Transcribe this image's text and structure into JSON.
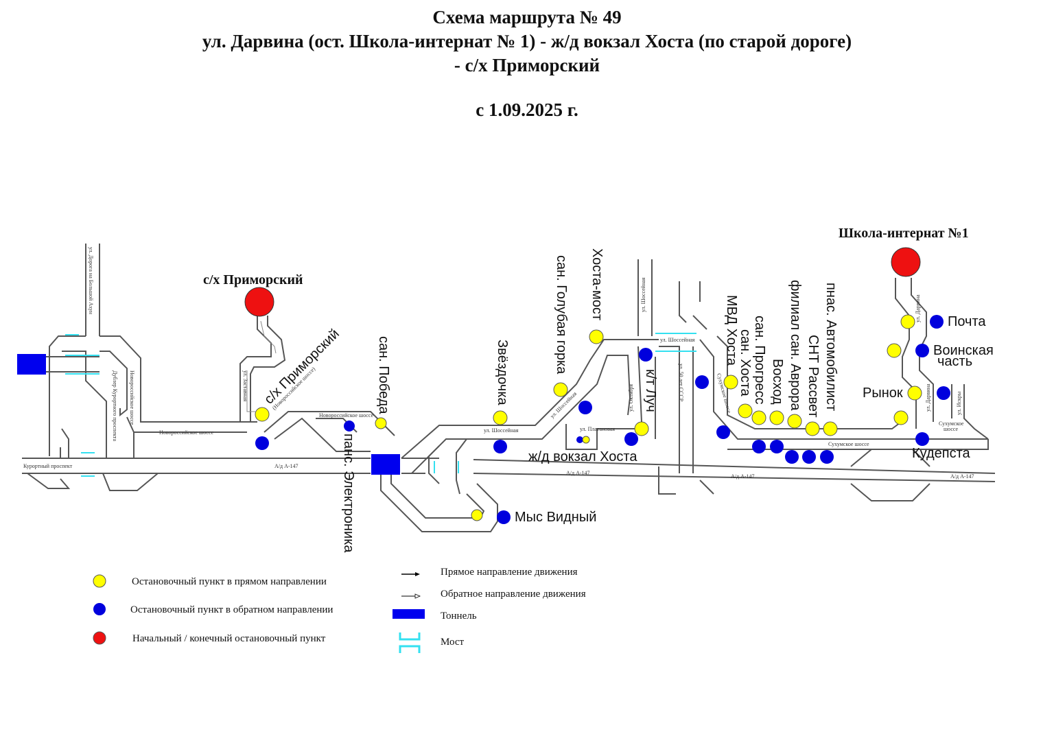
{
  "header": {
    "title": "Схема маршрута №  49",
    "route": "ул. Дарвина (ост. Школа-интернат № 1) -  ж/д вокзал Хоста (по старой дороге)",
    "route_end": "- с/х Приморский",
    "valid_from": "с 1.09.2025 г."
  },
  "colors": {
    "forward_stop": "#ffff00",
    "reverse_stop": "#0000dd",
    "terminal_stop": "#ee1111",
    "tunnel": "#0000ee",
    "bridge": "#33e0f0",
    "road": "#555555"
  },
  "terminals": {
    "west": "с/х  Приморский",
    "east": "Школа-интернат №1"
  },
  "stops": [
    {
      "name": "с/х Приморский",
      "sub": "(Новороссийское шоссе)",
      "type": "forward"
    },
    {
      "name": "сан. Победа",
      "type": "forward"
    },
    {
      "name": "панс. Электроника",
      "type": "reverse"
    },
    {
      "name": "Мыс Видный",
      "type": "reverse"
    },
    {
      "name": "Звёздочка",
      "type": "forward"
    },
    {
      "name": "сан. Голубая горка",
      "type": "forward"
    },
    {
      "name": "Хоста-мост",
      "type": "forward"
    },
    {
      "name": "к/т Луч",
      "type": "forward"
    },
    {
      "name": "ж/д вокзал Хоста",
      "type": "both"
    },
    {
      "name": "МВД Хоста",
      "type": "forward"
    },
    {
      "name": "сан. Хоста",
      "type": "forward"
    },
    {
      "name": "сан. Прогресс",
      "type": "forward"
    },
    {
      "name": "Восход",
      "type": "forward"
    },
    {
      "name": "филиал сан. Аврора",
      "type": "forward"
    },
    {
      "name": "СНТ Рассвет",
      "type": "forward"
    },
    {
      "name": "пнас. Автомобилист",
      "type": "forward"
    },
    {
      "name": "Почта",
      "type": "reverse"
    },
    {
      "name": "Воинская",
      "name2": "часть",
      "type": "reverse"
    },
    {
      "name": "Рынок",
      "type": "forward"
    },
    {
      "name": "Кудепста",
      "type": "reverse"
    }
  ],
  "streets": {
    "dorogana": "ул. Дорога на Большой Ахун",
    "dubler": "Дублер Курортного проспекта",
    "novoros_v": "Новороссийское шоссе",
    "novoros_h": "Новороссийское шоссе",
    "novoros_small": "Новороссийское шоссе",
    "kurortny": "Курортный проспект",
    "a147": "А/д А-147",
    "zastavnaya": "ул. Заставная",
    "shosseynaya": "ул. Шоссейная",
    "oktyabrya": "ул. Октября",
    "platanovaya": "ул. Платановая",
    "let50": "ул. 50 лет СССР",
    "sukhum": "Сухумское шоссе",
    "sukhum2a": "Сухумское",
    "sukhum2b": "шоссе",
    "darvina": "ул. Дарвина",
    "iskry": "ул. Искры"
  },
  "legend": {
    "forward_stop": "Остановочный пункт в прямом направлении",
    "reverse_stop": "Остановочный пункт в обратном направлении",
    "terminal_stop": "Начальный / конечный остановочный пункт",
    "forward_dir": "Прямое направление движения",
    "reverse_dir": "Обратное направление движения",
    "tunnel": "Тоннель",
    "bridge": "Мост"
  }
}
